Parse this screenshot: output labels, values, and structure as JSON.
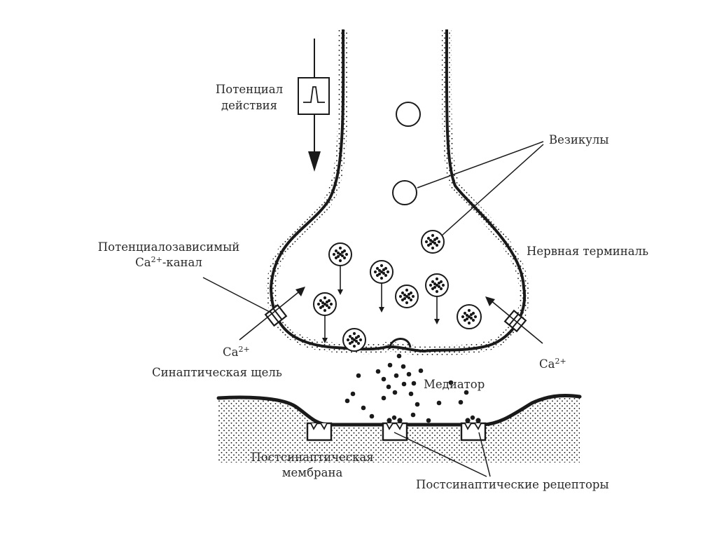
{
  "labels": {
    "action_potential_line1": "Потенциал",
    "action_potential_line2": "действия",
    "vesicles": "Везикулы",
    "nerve_terminal": "Нервная терминаль",
    "ca_channel_line1": "Потенциалозависимый",
    "ca_channel_ca": "Ca",
    "ca_channel_sup": "2+",
    "ca_channel_rest": "-канал",
    "ca_left": "Ca",
    "ca_left_sup": "2+",
    "ca_right": "Ca",
    "ca_right_sup": "2+",
    "synaptic_cleft": "Синаптическая щель",
    "mediator": "Медиатор",
    "postsynaptic_membrane_line1": "Постсинаптическая",
    "postsynaptic_membrane_line2": "мембрана",
    "postsynaptic_receptors": "Постсинаптические рецепторы"
  },
  "colors": {
    "ink": "#1a1a1a",
    "background": "#ffffff"
  }
}
